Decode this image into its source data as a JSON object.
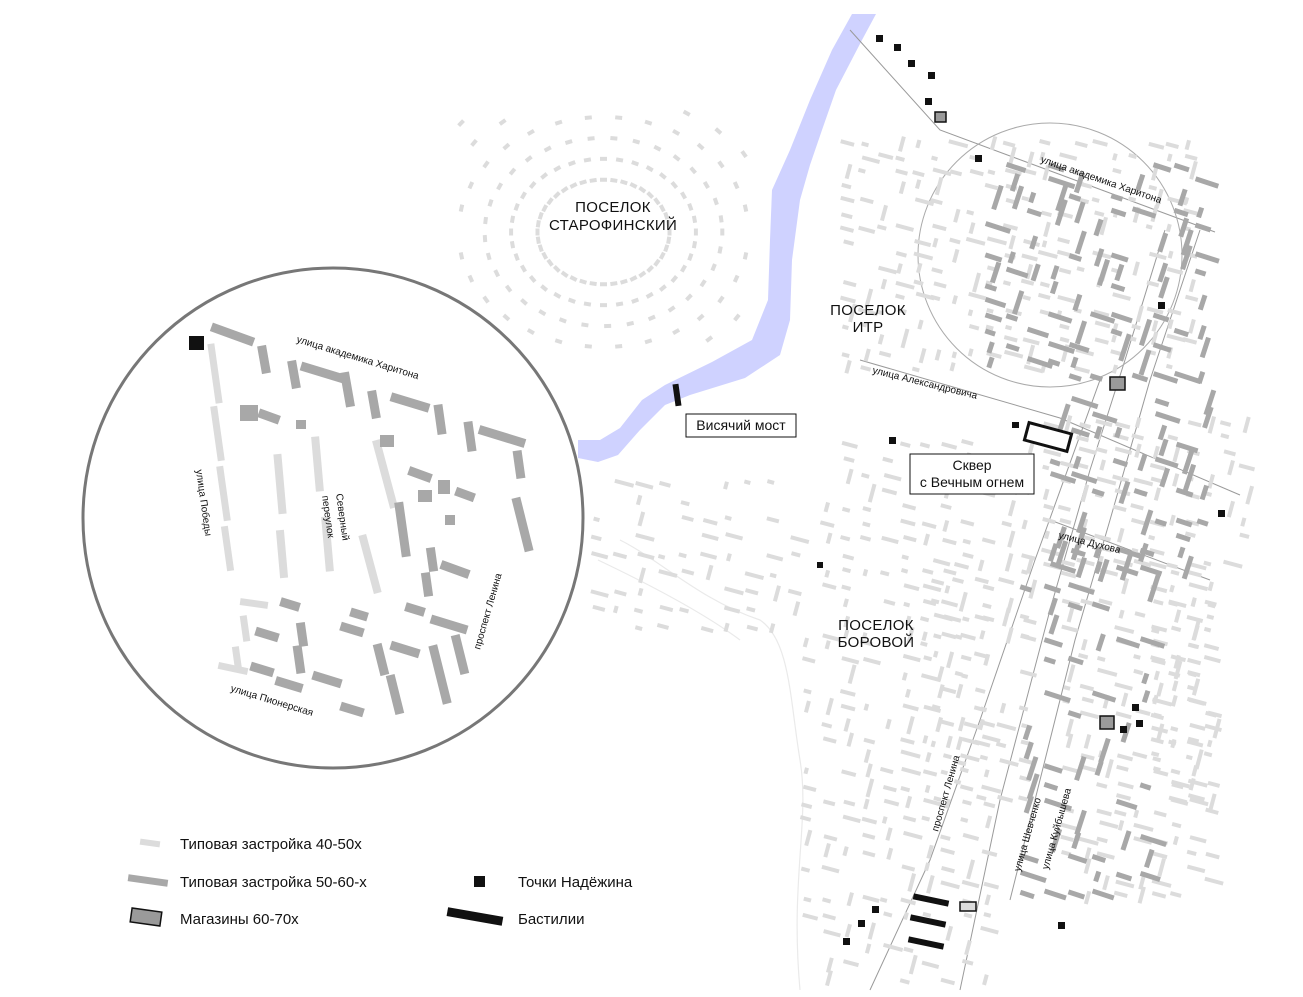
{
  "map": {
    "places": {
      "starofinsky_line1": "ПОСЕЛОК",
      "starofinsky_line2": "СТАРОФИНСКИЙ",
      "itr_line1": "ПОСЕЛОК",
      "itr_line2": "ИТР",
      "borovoy_line1": "ПОСЕЛОК",
      "borovoy_line2": "БОРОВОЙ"
    },
    "callouts": {
      "bridge": "Висячий мост",
      "square_line1": "Сквер",
      "square_line2": "с Вечным огнем"
    },
    "streets": {
      "khariton": "улица академика Харитона",
      "aleksandrovich": "улица Александровича",
      "dukhova": "улица Духова",
      "lenina": "проспект Ленина",
      "shevchenko": "улица Шевченко",
      "kuybysheva": "улица Куйбышева"
    },
    "inset_streets": {
      "khariton": "улица академика Харитона",
      "pobedy": "улица Победы",
      "severny_line1": "Северный",
      "severny_line2": "переулок",
      "lenina": "проспект Ленина",
      "pionerskaya": "улица Пионерская"
    }
  },
  "legend": {
    "items": [
      {
        "symbol": "typical-40-50",
        "label": "Типовая застройка 40-50х",
        "color": "#dcdcdc"
      },
      {
        "symbol": "typical-50-60",
        "label": "Типовая застройка 50-60-х",
        "color": "#a8a8a8"
      },
      {
        "symbol": "shops-60-70",
        "label": "Магазины 60-70х",
        "color": "#9a9a9a"
      },
      {
        "symbol": "nadezhin-points",
        "label": "Точки Надёжина",
        "color": "#111111"
      },
      {
        "symbol": "bastilii",
        "label": "Бастилии",
        "color": "#111111"
      }
    ]
  },
  "colors": {
    "river": "#cfd2ff",
    "building_light": "#dcdcdc",
    "building_mid": "#a8a8a8",
    "inset_border": "#777777"
  }
}
